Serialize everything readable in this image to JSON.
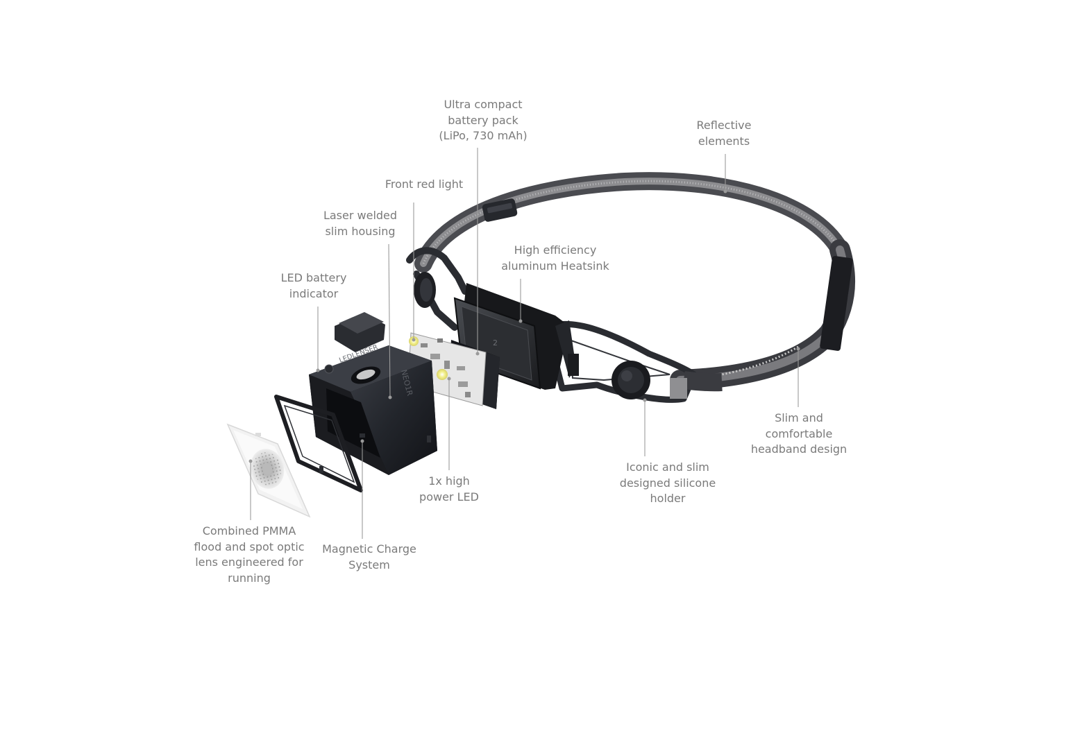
{
  "labels": {
    "battery_pack": [
      "Ultra compact",
      "battery pack",
      "(LiPo, 730 mAh)"
    ],
    "reflective": [
      "Reflective",
      "elements"
    ],
    "front_red": [
      "Front red light"
    ],
    "laser_housing": [
      "Laser welded",
      "slim housing"
    ],
    "heatsink": [
      "High efficiency",
      "aluminum Heatsink"
    ],
    "led_indicator": [
      "LED battery",
      "indicator"
    ],
    "slim_headband": [
      "Slim and",
      "comfortable",
      "headband design"
    ],
    "silicone_holder": [
      "Iconic and slim",
      "designed silicone",
      "holder"
    ],
    "power_led": [
      "1x high",
      "power LED"
    ],
    "pmma_lens": [
      "Combined PMMA",
      "flood and spot optic",
      "lens engineered for",
      "running"
    ],
    "magnetic_charge": [
      "Magnetic Charge",
      "System"
    ]
  },
  "product_markings": {
    "brand": "LEDLENSER",
    "model": "NEO1R"
  },
  "colors": {
    "label_text": "#7a7a7a",
    "leader_line": "#9a9a9a",
    "housing": "#1f2126",
    "strap": "#6e6e72",
    "reflective_stripe": "#c9c9c9",
    "pcb": "#e6e6e6",
    "led_glow": "#f3f08a",
    "lens": "#f2f2f2"
  }
}
